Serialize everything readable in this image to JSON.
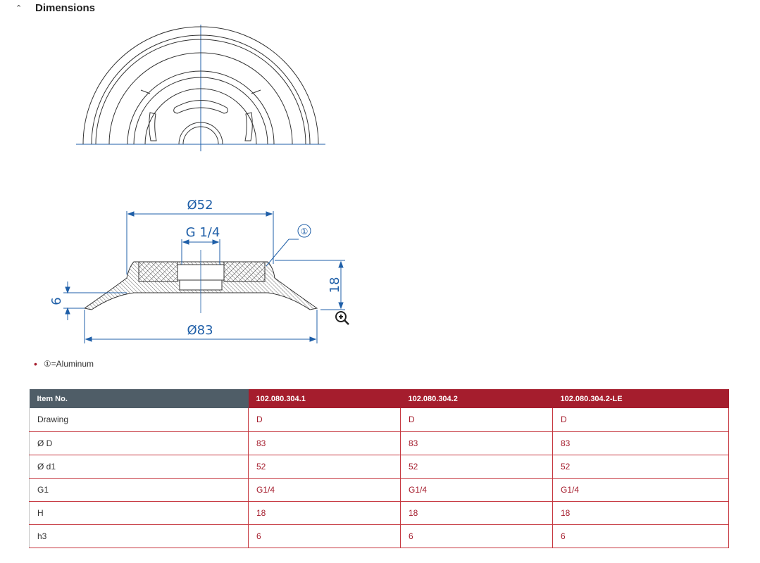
{
  "section": {
    "title": "Dimensions",
    "chevron_icon": "chevron-up-icon"
  },
  "drawing": {
    "dim_d1": "Ø52",
    "dim_g1": "G 1/4",
    "dim_d": "Ø83",
    "dim_h": "18",
    "dim_h3": "6",
    "callout": "①",
    "zoom_icon": "zoom-in-icon"
  },
  "legend": {
    "text": "①=Aluminum"
  },
  "table": {
    "header_key": "Item No.",
    "columns": [
      "102.080.304.1",
      "102.080.304.2",
      "102.080.304.2-LE"
    ],
    "rows": [
      {
        "label": "Drawing",
        "values": [
          "D",
          "D",
          "D"
        ]
      },
      {
        "label": "Ø D",
        "values": [
          "83",
          "83",
          "83"
        ]
      },
      {
        "label": "Ø d1",
        "values": [
          "52",
          "52",
          "52"
        ]
      },
      {
        "label": "G1",
        "values": [
          "G1/4",
          "G1/4",
          "G1/4"
        ]
      },
      {
        "label": "H",
        "values": [
          "18",
          "18",
          "18"
        ]
      },
      {
        "label": "h3",
        "values": [
          "6",
          "6",
          "6"
        ]
      }
    ]
  },
  "colors": {
    "accent": "#a51d2d",
    "header_key_bg": "#4f5d67",
    "dimension_blue": "#1f5fa8"
  }
}
